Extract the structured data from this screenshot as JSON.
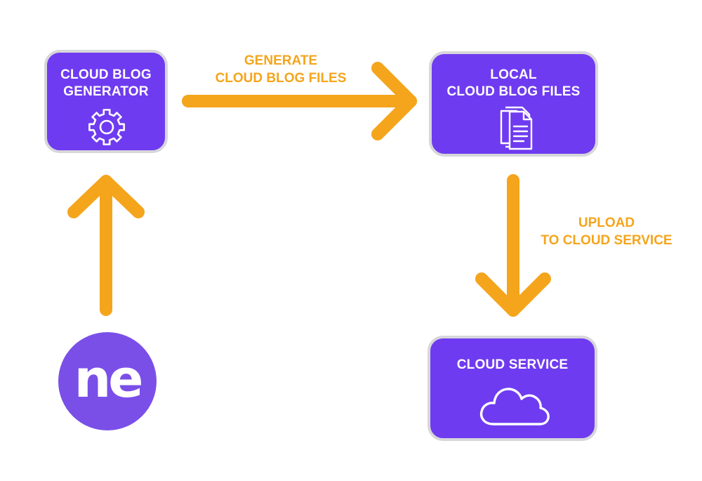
{
  "diagram": {
    "generator": {
      "title_lines": [
        "CLOUD BLOG",
        "GENERATOR"
      ],
      "icon": "gear-icon"
    },
    "local_files": {
      "title_lines": [
        "LOCAL",
        "CLOUD BLOG FILES"
      ],
      "icon": "document-icon"
    },
    "cloud_service": {
      "title_lines": [
        "CLOUD SERVICE"
      ],
      "icon": "cloud-icon"
    },
    "edges": {
      "generate": {
        "label_lines": [
          "GENERATE",
          "CLOUD BLOG FILES"
        ]
      },
      "upload": {
        "label_lines": [
          "UPLOAD",
          "TO CLOUD SERVICE"
        ]
      }
    },
    "logo": {
      "text": "ne",
      "icon": "ne-logo-icon"
    },
    "colors": {
      "node_fill": "#6f3bf0",
      "node_border": "#d7d7db",
      "arrow": "#f4a51c",
      "logo_fill": "#7a4fe8"
    }
  }
}
